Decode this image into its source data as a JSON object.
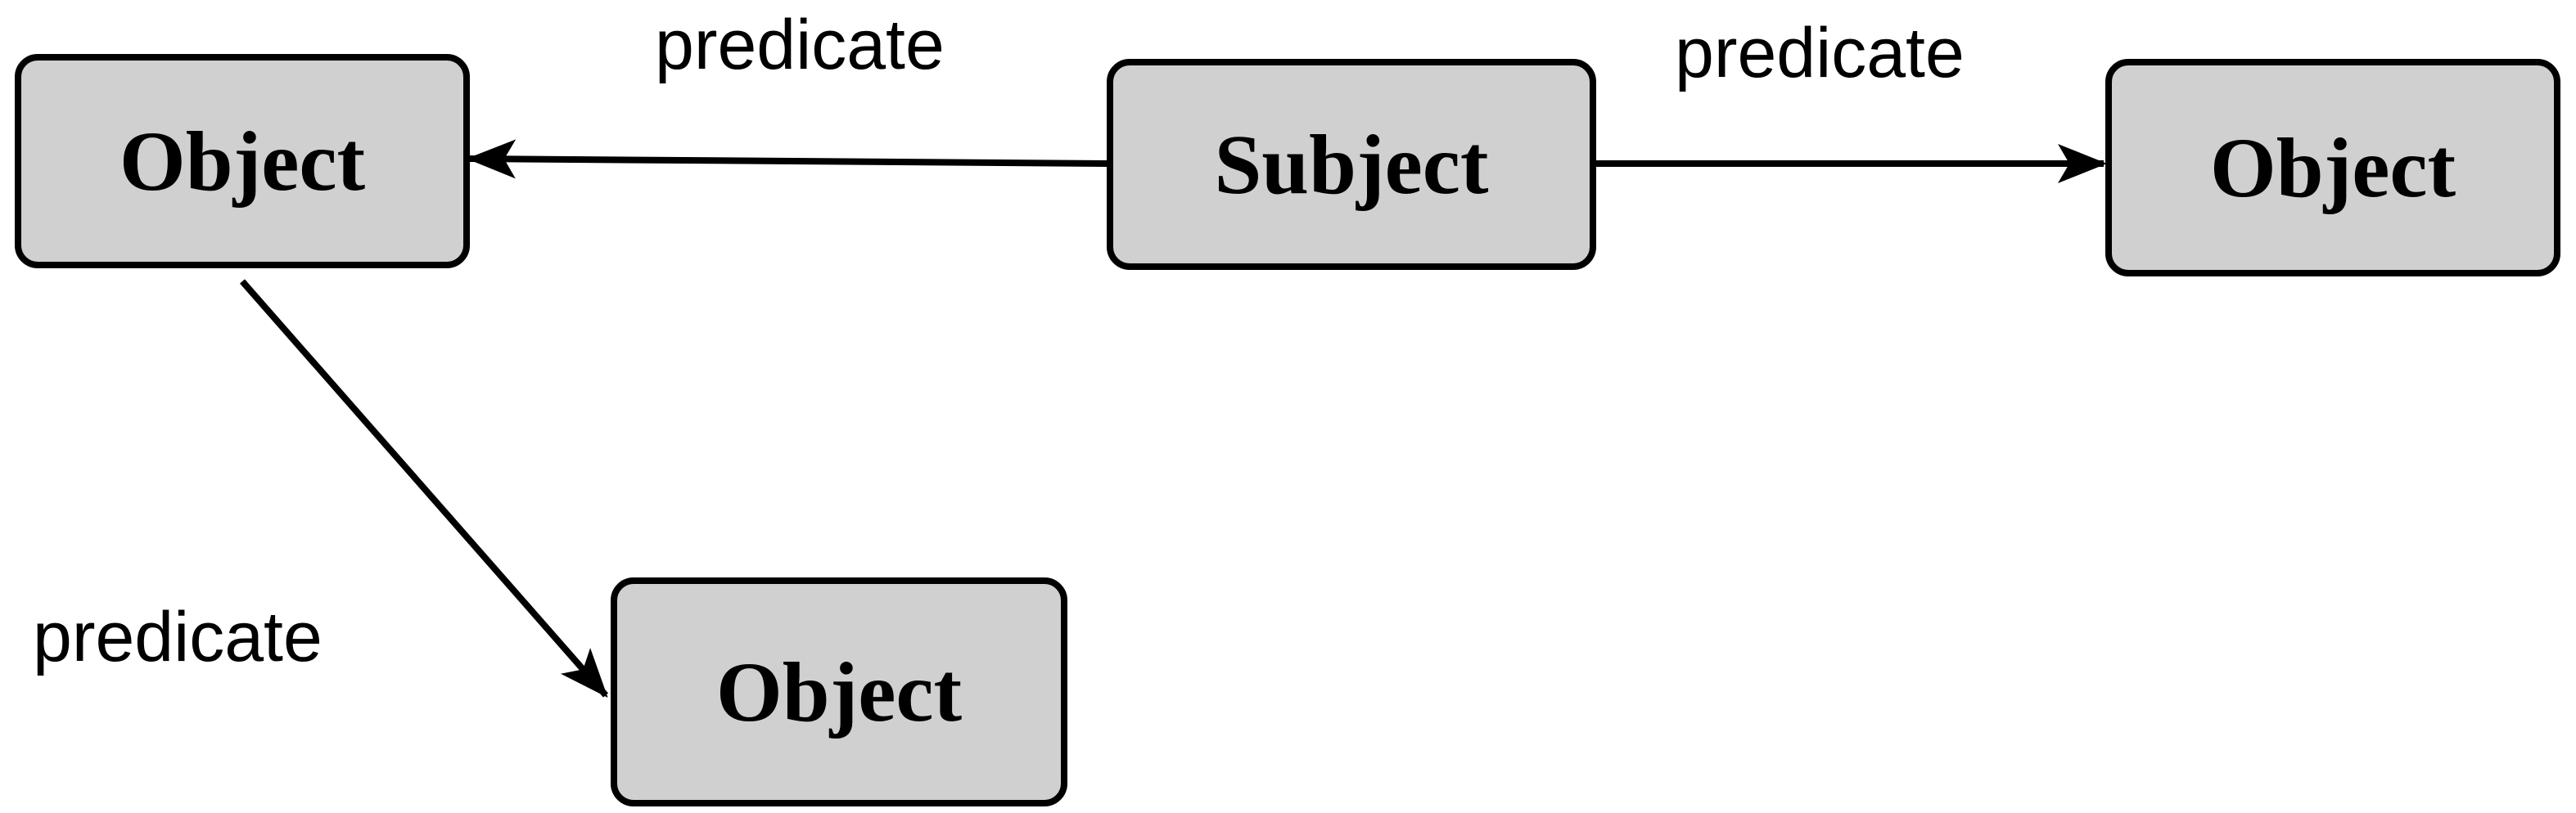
{
  "colors": {
    "node_fill": "#d0d0d0",
    "stroke": "#000000",
    "background": "#ffffff"
  },
  "nodes": {
    "subject": {
      "label": "Subject"
    },
    "object_left": {
      "label": "Object"
    },
    "object_right": {
      "label": "Object"
    },
    "object_bottom": {
      "label": "Object"
    }
  },
  "edges": {
    "subject_to_left": {
      "label": "predicate"
    },
    "subject_to_right": {
      "label": "predicate"
    },
    "left_to_bottom": {
      "label": "predicate"
    }
  }
}
